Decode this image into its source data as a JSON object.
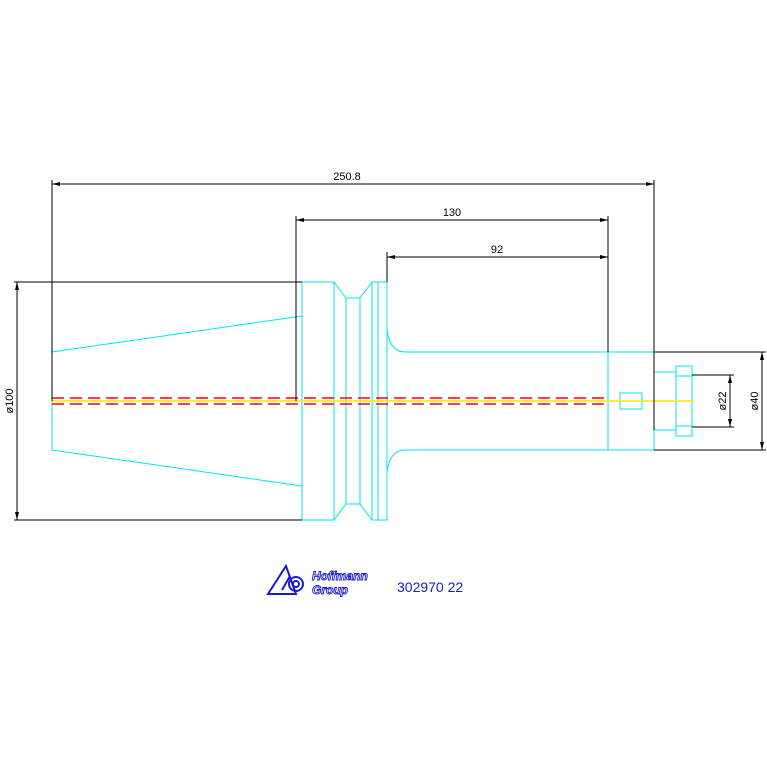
{
  "colors": {
    "background": "#ffffff",
    "outline": "#00e5ee",
    "dimension": "#000000",
    "centerline_red": "#ff0000",
    "centerline_yellow": "#ffe600",
    "logo": "#1a1acc"
  },
  "dimensions": {
    "overall_length": "250.8",
    "length_130": "130",
    "length_92": "92",
    "diameter_100": "ø100",
    "diameter_22": "ø22",
    "diameter_40": "ø40"
  },
  "logo": {
    "line1": "Hoffmann",
    "line2": "Group"
  },
  "part_number": "302970 22"
}
